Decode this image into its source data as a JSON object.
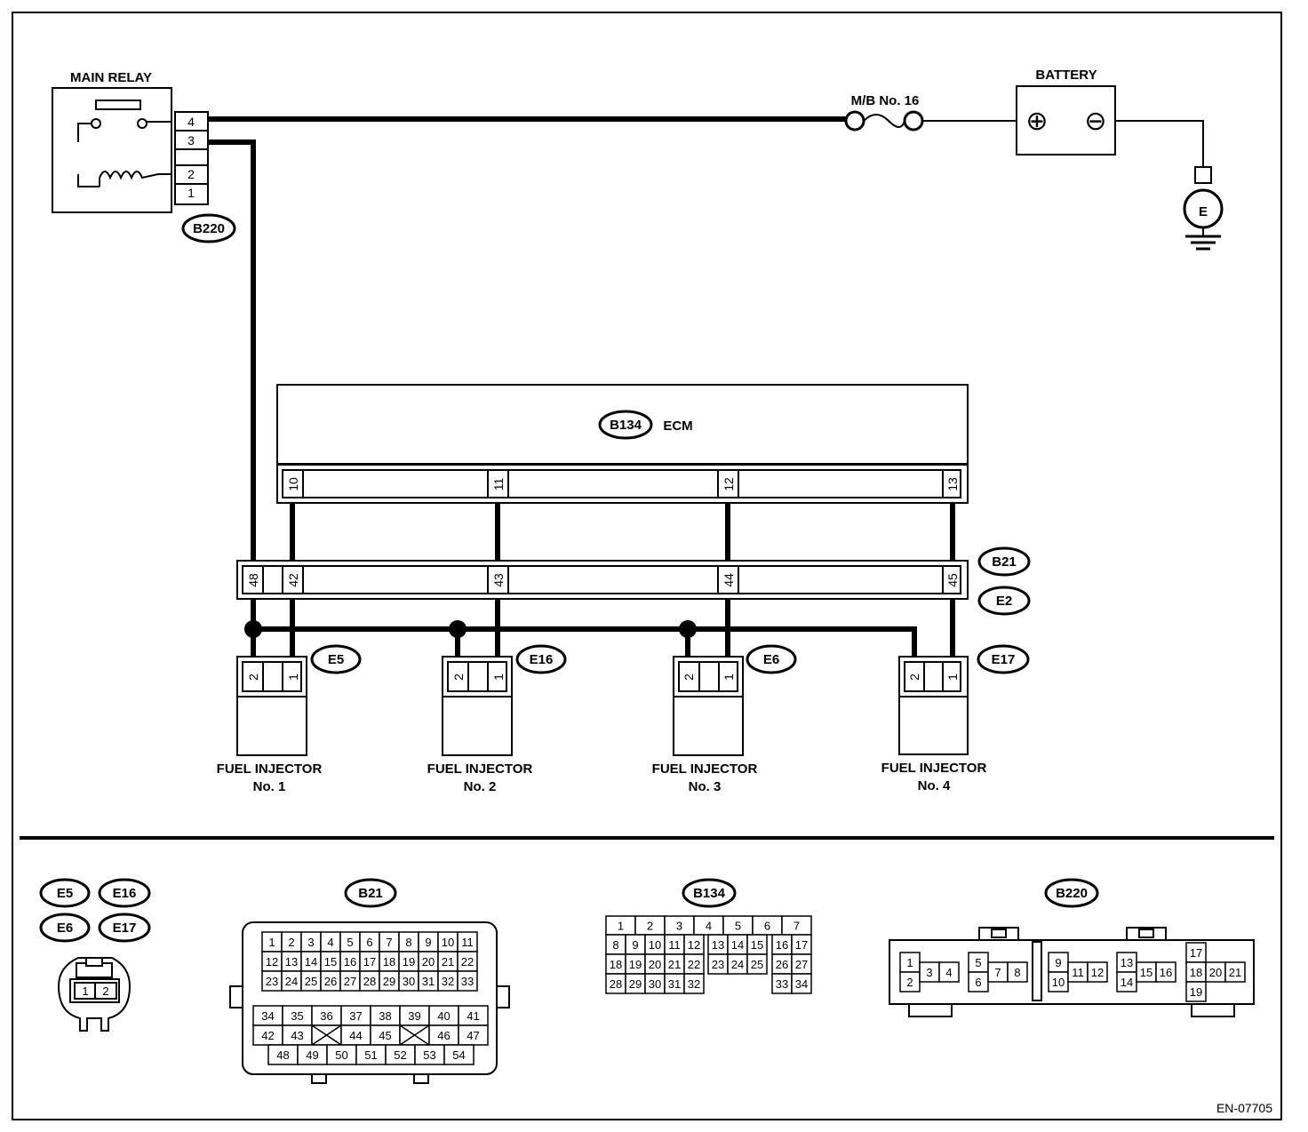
{
  "diagram_id": "EN-07705",
  "main_relay": {
    "label": "MAIN RELAY",
    "connector": "B220",
    "pins": [
      "4",
      "3",
      "2",
      "1"
    ]
  },
  "fuse": {
    "label": "M/B No. 16"
  },
  "battery": {
    "label": "BATTERY",
    "positive": "⊕",
    "negative": "⊖",
    "ground": "E"
  },
  "ecm": {
    "label": "ECM",
    "connector": "B134",
    "pins": [
      "10",
      "11",
      "12",
      "13"
    ]
  },
  "joint_connector": {
    "top": "B21",
    "bottom": "E2",
    "pins": [
      "48",
      "42",
      "43",
      "44",
      "45"
    ]
  },
  "injectors": [
    {
      "connector": "E5",
      "name": "FUEL INJECTOR",
      "number": "No. 1",
      "pin_a": "2",
      "pin_b": "1"
    },
    {
      "connector": "E16",
      "name": "FUEL INJECTOR",
      "number": "No. 2",
      "pin_a": "2",
      "pin_b": "1"
    },
    {
      "connector": "E6",
      "name": "FUEL INJECTOR",
      "number": "No. 3",
      "pin_a": "2",
      "pin_b": "1"
    },
    {
      "connector": "E17",
      "name": "FUEL INJECTOR",
      "number": "No. 4",
      "pin_a": "2",
      "pin_b": "1"
    }
  ],
  "connector_views": {
    "injector_tags": [
      "E5",
      "E16",
      "E6",
      "E17"
    ],
    "injector_pins": [
      "1",
      "2"
    ],
    "b21": {
      "tag": "B21",
      "upper_rows": [
        [
          "1",
          "2",
          "3",
          "4",
          "5",
          "6",
          "7",
          "8",
          "9",
          "10",
          "11"
        ],
        [
          "12",
          "13",
          "14",
          "15",
          "16",
          "17",
          "18",
          "19",
          "20",
          "21",
          "22"
        ],
        [
          "23",
          "24",
          "25",
          "26",
          "27",
          "28",
          "29",
          "30",
          "31",
          "32",
          "33"
        ]
      ],
      "lower_row1": [
        "34",
        "35",
        "36",
        "37",
        "38",
        "39",
        "40",
        "41"
      ],
      "lower_row2": [
        "42",
        "43",
        "",
        "44",
        "45",
        "",
        "46",
        "47"
      ],
      "lower_row3": [
        "48",
        "49",
        "50",
        "51",
        "52",
        "53",
        "54"
      ]
    },
    "b134": {
      "tag": "B134",
      "row1": [
        "1",
        "2",
        "3",
        "4",
        "5",
        "6",
        "7"
      ],
      "row2a": [
        "8",
        "9",
        "10",
        "11",
        "12"
      ],
      "row2b": [
        "13",
        "14",
        "15"
      ],
      "row2c": [
        "16",
        "17"
      ],
      "row3a": [
        "18",
        "19",
        "20",
        "21",
        "22"
      ],
      "row3b": [
        "23",
        "24",
        "25"
      ],
      "row3c": [
        "26",
        "27"
      ],
      "row4a": [
        "28",
        "29",
        "30",
        "31",
        "32"
      ],
      "row4c": [
        "33",
        "34"
      ]
    },
    "b220": {
      "tag": "B220",
      "pins": [
        "1",
        "2",
        "3",
        "4",
        "5",
        "6",
        "7",
        "8",
        "9",
        "10",
        "11",
        "12",
        "13",
        "14",
        "15",
        "16",
        "17",
        "18",
        "19",
        "20",
        "21"
      ]
    }
  }
}
